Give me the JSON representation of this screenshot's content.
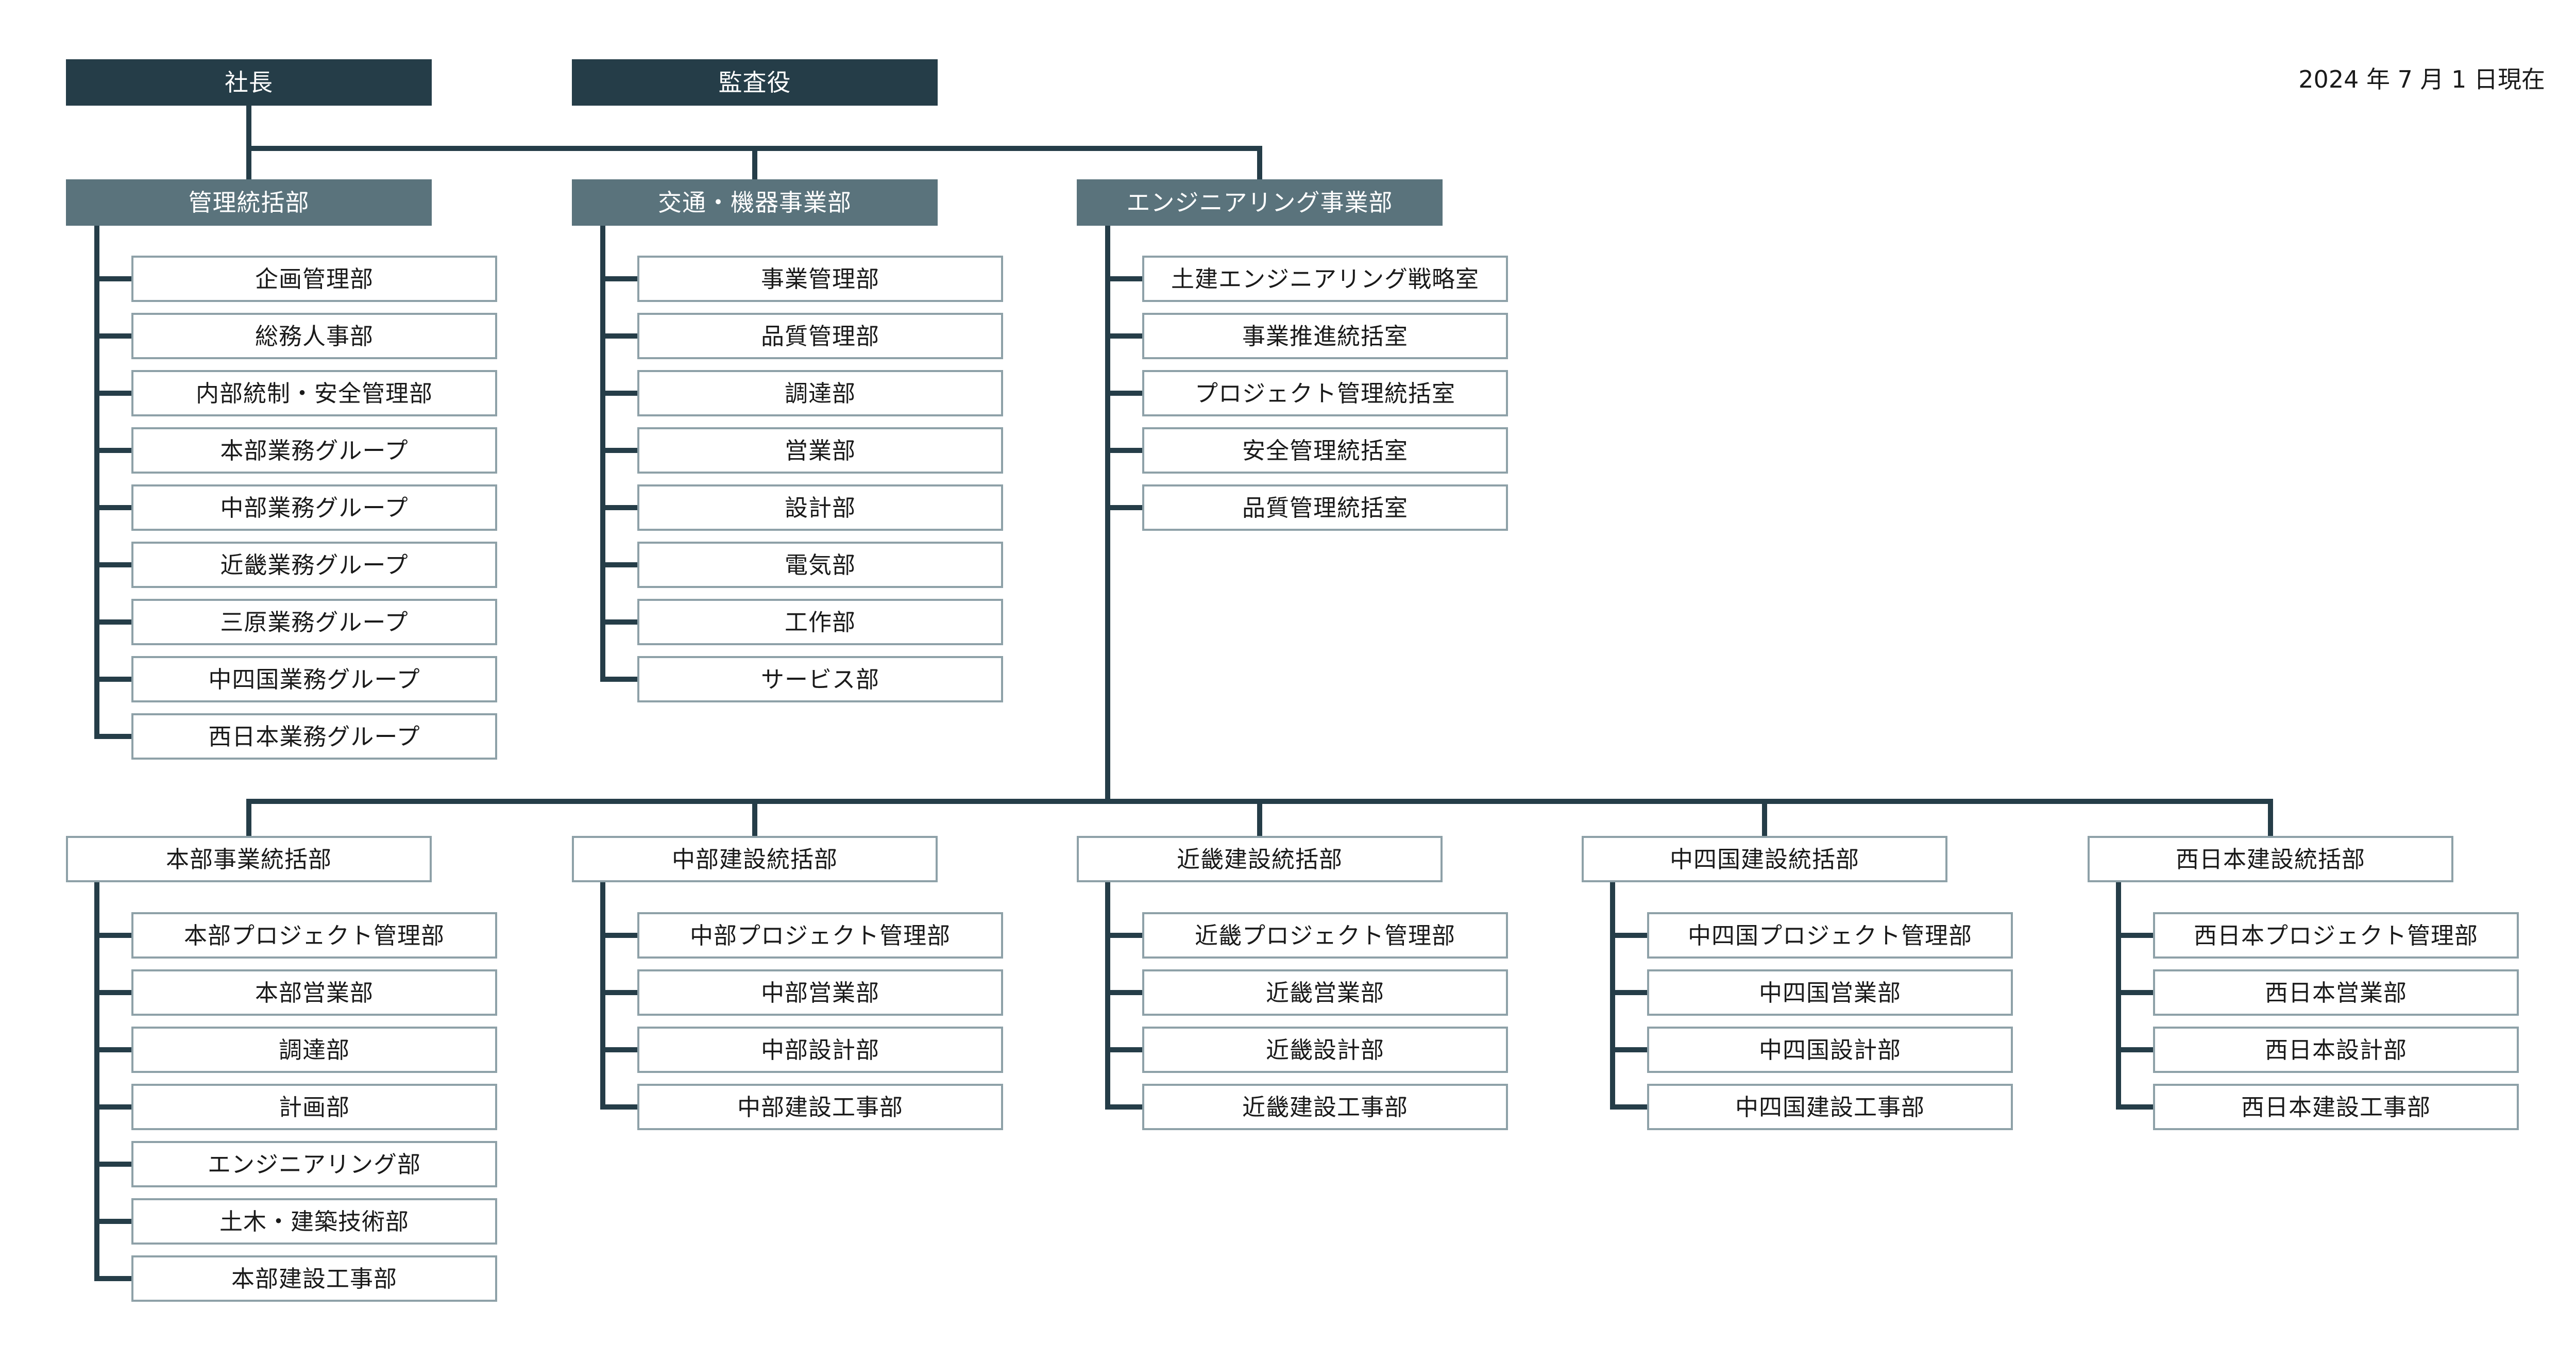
{
  "as_of_date": "2024 年 7 月 1 日現在",
  "colors": {
    "line": "#253d48",
    "top_box": "#253d48",
    "division_box": "#5a737c",
    "dept_border": "#8ea1a8"
  },
  "top": {
    "president": "社長",
    "auditor": "監査役"
  },
  "divisions": [
    {
      "name": "管理統括部",
      "departments": [
        "企画管理部",
        "総務人事部",
        "内部統制・安全管理部",
        "本部業務グループ",
        "中部業務グループ",
        "近畿業務グループ",
        "三原業務グループ",
        "中四国業務グループ",
        "西日本業務グループ"
      ]
    },
    {
      "name": "交通・機器事業部",
      "departments": [
        "事業管理部",
        "品質管理部",
        "調達部",
        "営業部",
        "設計部",
        "電気部",
        "工作部",
        "サービス部"
      ]
    },
    {
      "name": "エンジニアリング事業部",
      "departments": [
        "土建エンジニアリング戦略室",
        "事業推進統括室",
        "プロジェクト管理統括室",
        "安全管理統括室",
        "品質管理統括室"
      ]
    }
  ],
  "regional_divisions": [
    {
      "name": "本部事業統括部",
      "departments": [
        "本部プロジェクト管理部",
        "本部営業部",
        "調達部",
        "計画部",
        "エンジニアリング部",
        "土木・建築技術部",
        "本部建設工事部"
      ]
    },
    {
      "name": "中部建設統括部",
      "departments": [
        "中部プロジェクト管理部",
        "中部営業部",
        "中部設計部",
        "中部建設工事部"
      ]
    },
    {
      "name": "近畿建設統括部",
      "departments": [
        "近畿プロジェクト管理部",
        "近畿営業部",
        "近畿設計部",
        "近畿建設工事部"
      ]
    },
    {
      "name": "中四国建設統括部",
      "departments": [
        "中四国プロジェクト管理部",
        "中四国営業部",
        "中四国設計部",
        "中四国建設工事部"
      ]
    },
    {
      "name": "西日本建設統括部",
      "departments": [
        "西日本プロジェクト管理部",
        "西日本営業部",
        "西日本設計部",
        "西日本建設工事部"
      ]
    }
  ]
}
